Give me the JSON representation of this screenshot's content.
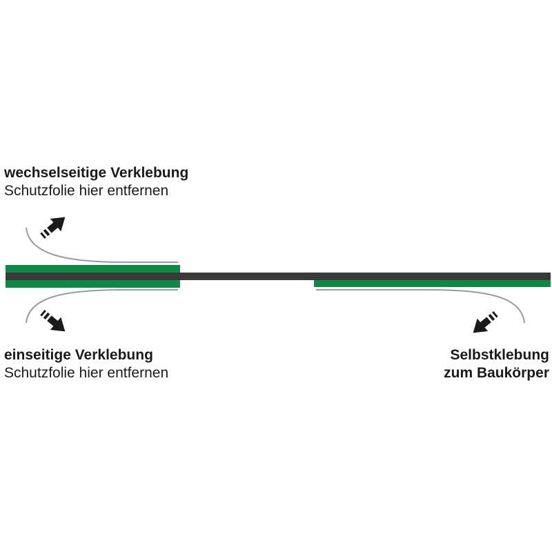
{
  "labels": {
    "top": {
      "title": "wechselseitige Verklebung",
      "subtitle": "Schutzfolie hier entfernen"
    },
    "bottom_left": {
      "title": "einseitige Verklebung",
      "subtitle": "Schutzfolie hier entfernen"
    },
    "bottom_right": {
      "line1": "Selbstklebung",
      "line2": "zum Baukörper"
    }
  },
  "colors": {
    "tape_core": "#3a3a3a",
    "adhesive": "#0f8a45",
    "protective_film": "#9a9a9a",
    "arrow": "#1a1a1a",
    "text": "#1a1a1a"
  },
  "icons": {
    "top_left_arrow": "arrow-up-right-icon",
    "bottom_left_arrow": "arrow-down-right-icon",
    "bottom_right_arrow": "arrow-down-left-icon"
  }
}
